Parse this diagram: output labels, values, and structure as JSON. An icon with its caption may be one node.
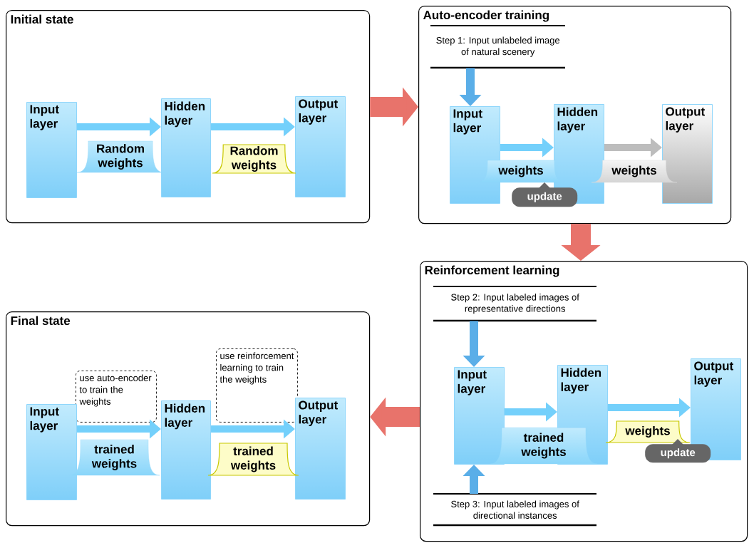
{
  "diagram": {
    "nodes": [
      {
        "text": [
          "Initial state"
        ]
      },
      {
        "text": [
          "Input layer"
        ],
        "in": 0
      },
      {
        "text": [
          "Hidden layer"
        ],
        "in": 0
      },
      {
        "text": [
          "Output layer"
        ],
        "in": 0
      },
      {
        "text": [
          "Random weights"
        ],
        "in": 0
      },
      {
        "text": [
          "Random weights"
        ],
        "in": 0
      },
      {
        "text": [
          "Auto-encoder training"
        ]
      },
      {
        "text": [
          "Step 1: Input unlabeled image of natural scenery"
        ],
        "in": 6
      },
      {
        "text": [
          "Input layer"
        ],
        "in": 6
      },
      {
        "text": [
          "Hidden layer"
        ],
        "in": 6
      },
      {
        "text": [
          "Output layer"
        ],
        "in": 6
      },
      {
        "text": [
          "weights"
        ],
        "in": 6
      },
      {
        "text": [
          "weights"
        ],
        "in": 6
      },
      {
        "text": [
          "update"
        ],
        "in": 6
      },
      {
        "text": [
          "Reinforcement learning"
        ]
      },
      {
        "text": [
          "Step 2: Input labeled images of representative directions"
        ],
        "in": 14
      },
      {
        "text": [
          "Input layer"
        ],
        "in": 14
      },
      {
        "text": [
          "Hidden layer"
        ],
        "in": 14
      },
      {
        "text": [
          "Output layer"
        ],
        "in": 14
      },
      {
        "text": [
          "trained weights"
        ],
        "in": 14
      },
      {
        "text": [
          "weights"
        ],
        "in": 14
      },
      {
        "text": [
          "update"
        ],
        "in": 14
      },
      {
        "text": [
          "Step 3: Input labeled images of directional instances"
        ],
        "in": 14
      },
      {
        "text": [
          "Final state"
        ]
      },
      {
        "text": [
          "Input layer"
        ],
        "in": 23
      },
      {
        "text": [
          "Hidden layer"
        ],
        "in": 23
      },
      {
        "text": [
          "Output layer"
        ],
        "in": 23
      },
      {
        "text": [
          "trained weights"
        ],
        "in": 23
      },
      {
        "text": [
          "trained weights"
        ],
        "in": 23
      },
      {
        "text": [
          "use auto-encoder to train the weights"
        ],
        "in": 23
      },
      {
        "text": [
          "use reinforcement learning to train the weights"
        ],
        "in": 23
      }
    ],
    "edges": [
      {
        "from": 1,
        "to": 2,
        "arrow": "to"
      },
      {
        "from": 2,
        "to": 3,
        "arrow": "to"
      },
      {
        "from": 0,
        "to": 6,
        "arrow": "to",
        "style": "thick",
        "color": "#e8736b"
      },
      {
        "from": 7,
        "to": 8,
        "arrow": "to",
        "color": "#5aaee8"
      },
      {
        "from": 8,
        "to": 9,
        "arrow": "to"
      },
      {
        "from": 9,
        "to": 10,
        "arrow": "to",
        "color": "#bdbdbd"
      },
      {
        "from": 6,
        "to": 14,
        "arrow": "to",
        "style": "thick",
        "color": "#e8736b"
      },
      {
        "from": 15,
        "to": 16,
        "arrow": "to",
        "color": "#5aaee8"
      },
      {
        "from": 22,
        "to": 16,
        "arrow": "to",
        "color": "#5aaee8"
      },
      {
        "from": 16,
        "to": 17,
        "arrow": "to"
      },
      {
        "from": 17,
        "to": 18,
        "arrow": "to"
      },
      {
        "from": 14,
        "to": 23,
        "arrow": "to",
        "style": "thick",
        "color": "#e8736b"
      },
      {
        "from": 24,
        "to": 25,
        "arrow": "to"
      },
      {
        "from": 25,
        "to": 26,
        "arrow": "to"
      }
    ]
  }
}
